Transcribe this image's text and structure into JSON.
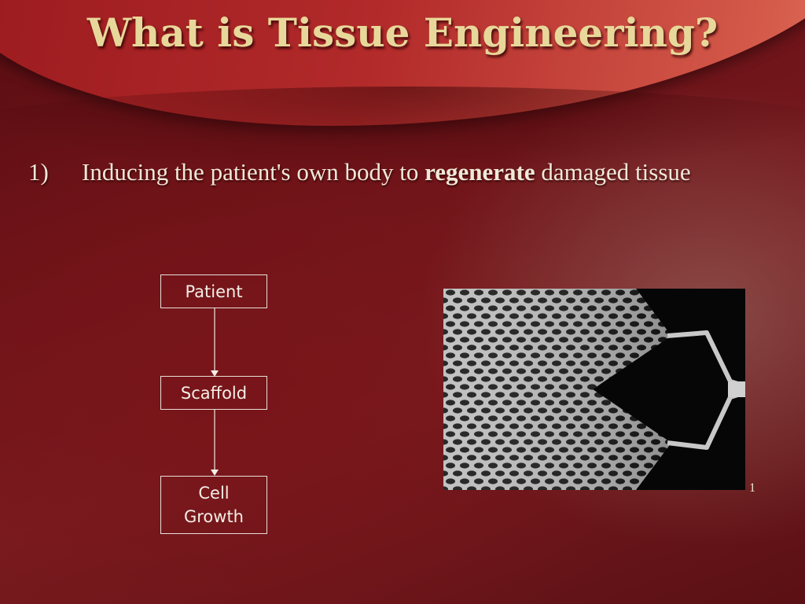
{
  "slide": {
    "title": "What is Tissue Engineering?",
    "bullet": {
      "number": "1)",
      "text_before": "Inducing the patient's own body to ",
      "text_bold": "regenerate",
      "text_after": " damaged tissue"
    },
    "flow": {
      "step1": "Patient",
      "step2": "Scaffold",
      "step3_line1": "Cell",
      "step3_line2": "Growth"
    },
    "image": {
      "footnote": "1"
    }
  }
}
